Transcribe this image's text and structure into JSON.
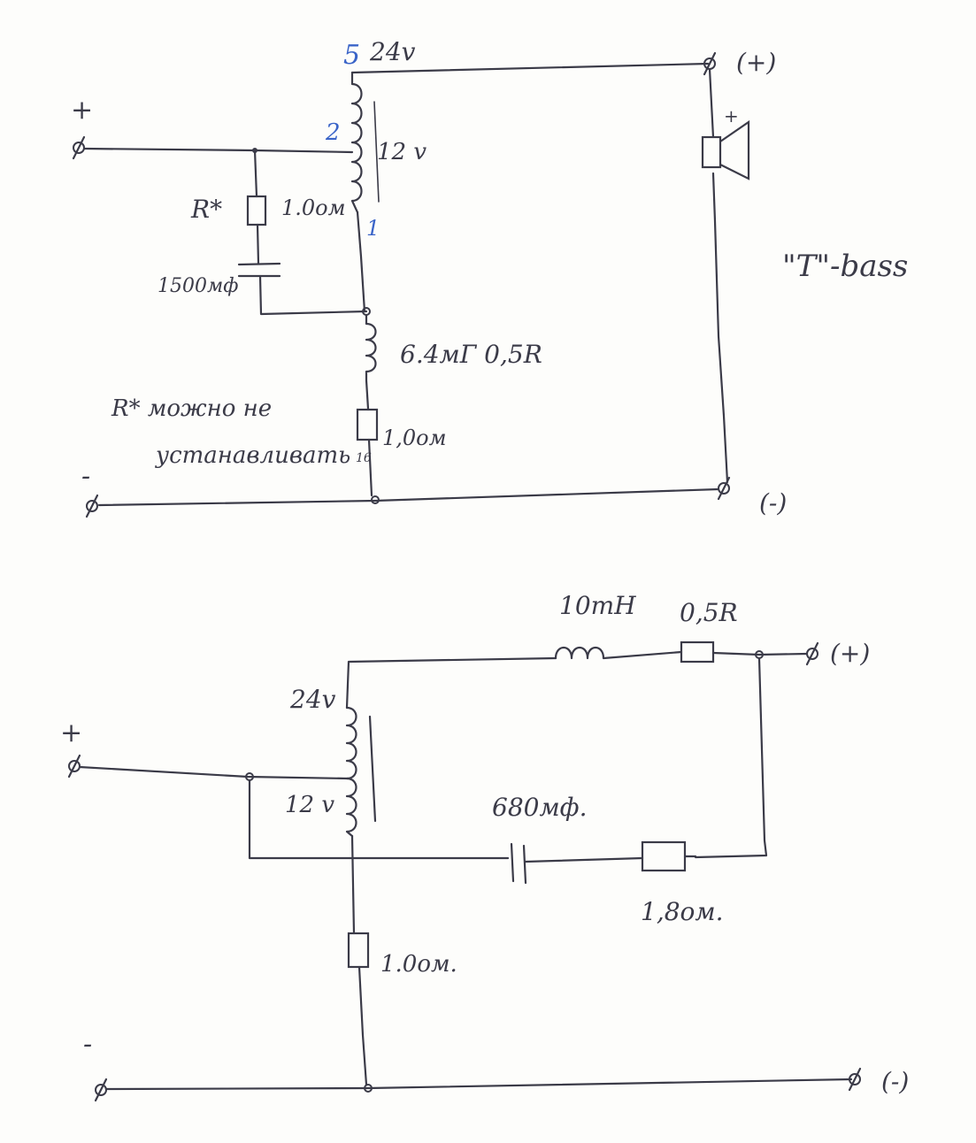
{
  "diagram1": {
    "tap_5": "5",
    "tap_2": "2",
    "tap_1": "1",
    "v24": "24v",
    "v12": "12 v",
    "plus_sign": "+",
    "minus_sign": "-",
    "out_plus": "(+)",
    "out_minus": "(-)",
    "speaker_plus": "+",
    "rstar": "R*",
    "r_value": "1.0ом",
    "cap_value": "1500мф",
    "inductor": "6.4мГ 0,5R",
    "r2_value": "1,0ом",
    "r2_sub": "16",
    "title": "\"T\"-bass",
    "note_line1": "R* можно не",
    "note_line2": "устанавливать"
  },
  "diagram2": {
    "inductor": "10mH",
    "r_series": "0,5R",
    "out_plus": "(+)",
    "out_minus": "(-)",
    "plus_sign": "+",
    "minus_sign": "-",
    "v24": "24v",
    "v12": "12 v",
    "cap": "680мф.",
    "r_cap": "1,8ом.",
    "r_bottom": "1.0ом."
  },
  "colors": {
    "ink": "#3b3b48",
    "blue_ink": "#3a64c8"
  }
}
